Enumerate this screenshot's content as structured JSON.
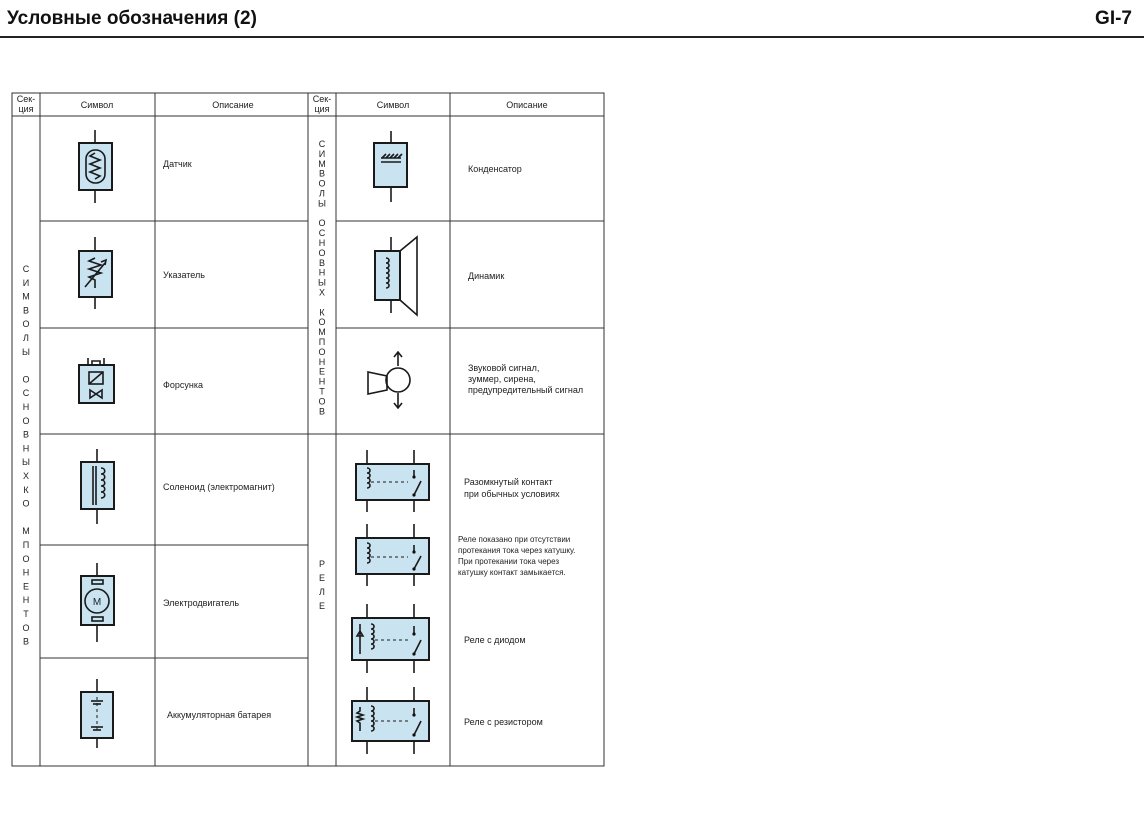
{
  "page": {
    "title": "Условные обозначения (2)",
    "code": "GI-7"
  },
  "table": {
    "headers": {
      "section": [
        "Сек-",
        "ция"
      ],
      "symbol": "Символ",
      "description": "Описание"
    },
    "left_section_label": [
      "С",
      "И",
      "М",
      "В",
      "О",
      "Л",
      "Ы",
      "",
      "О",
      "С",
      "Н",
      "О",
      "В",
      "Н",
      "Ы",
      "Х",
      "К",
      "О",
      "",
      "М",
      "П",
      "О",
      "Н",
      "Е",
      "Н",
      "Т",
      "О",
      "В"
    ],
    "right_top_section_label": [
      "С",
      "И",
      "М",
      "В",
      "О",
      "Л",
      "Ы",
      "",
      "О",
      "С",
      "Н",
      "О",
      "В",
      "Н",
      "Ы",
      "Х",
      "",
      "К",
      "О",
      "М",
      "П",
      "О",
      "Н",
      "Е",
      "Н",
      "Т",
      "О",
      "В"
    ],
    "right_bottom_section_label": [
      "Р",
      "Е",
      "Л",
      "Е"
    ],
    "left_rows": [
      {
        "icon": "sensor-icon",
        "description": [
          "Датчик"
        ]
      },
      {
        "icon": "gauge-icon",
        "description": [
          "Указатель"
        ]
      },
      {
        "icon": "injector-icon",
        "description": [
          "Форсунка"
        ]
      },
      {
        "icon": "solenoid-icon",
        "description": [
          "Соленоид (электромагнит)"
        ]
      },
      {
        "icon": "motor-icon",
        "motor_letter": "M",
        "description": [
          "Электродвигатель"
        ]
      },
      {
        "icon": "battery-icon",
        "description": [
          "Аккумуляторная батарея"
        ]
      }
    ],
    "right_rows": [
      {
        "icon": "condenser-icon",
        "description": [
          "Конденсатор"
        ]
      },
      {
        "icon": "speaker-icon",
        "description": [
          "Динамик"
        ]
      },
      {
        "icon": "horn-icon",
        "description": [
          "Звуковой сигнал,",
          "зуммер, сирена,",
          "предупредительный сигнал"
        ]
      },
      {
        "icon": "relay-open-icon",
        "description": [
          "Разомкнутый контакт",
          "при обычных условиях"
        ]
      },
      {
        "icon": "relay-coil-icon",
        "description": [
          "Реле показано при отсутствии",
          "протекания тока через катушку.",
          "При протекании тока через",
          "катушку контакт замыкается."
        ]
      },
      {
        "icon": "relay-diode-icon",
        "description": [
          "Реле с диодом"
        ]
      },
      {
        "icon": "relay-resistor-icon",
        "description": [
          "Реле с резистором"
        ]
      }
    ]
  }
}
